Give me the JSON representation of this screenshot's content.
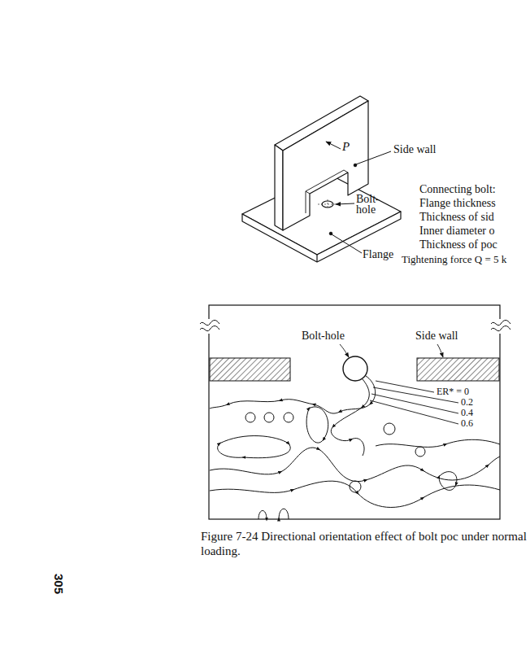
{
  "diagram": {
    "caption": "Figure 7-24 Directional orientation effect of bolt poc under normal loading.",
    "labels": [
      "P",
      "Side wall",
      "Bolt- hole",
      "Flange",
      "Connecting bolt:",
      "Flange thickness",
      "Thickness of sid",
      "Inner diameter o",
      "Thickness of poc",
      "Tightening force Q = 5 k",
      "Bolt-hole",
      "Side wall",
      "ER* = 0",
      "0.2",
      "0.4",
      "0.6",
      "305"
    ]
  }
}
